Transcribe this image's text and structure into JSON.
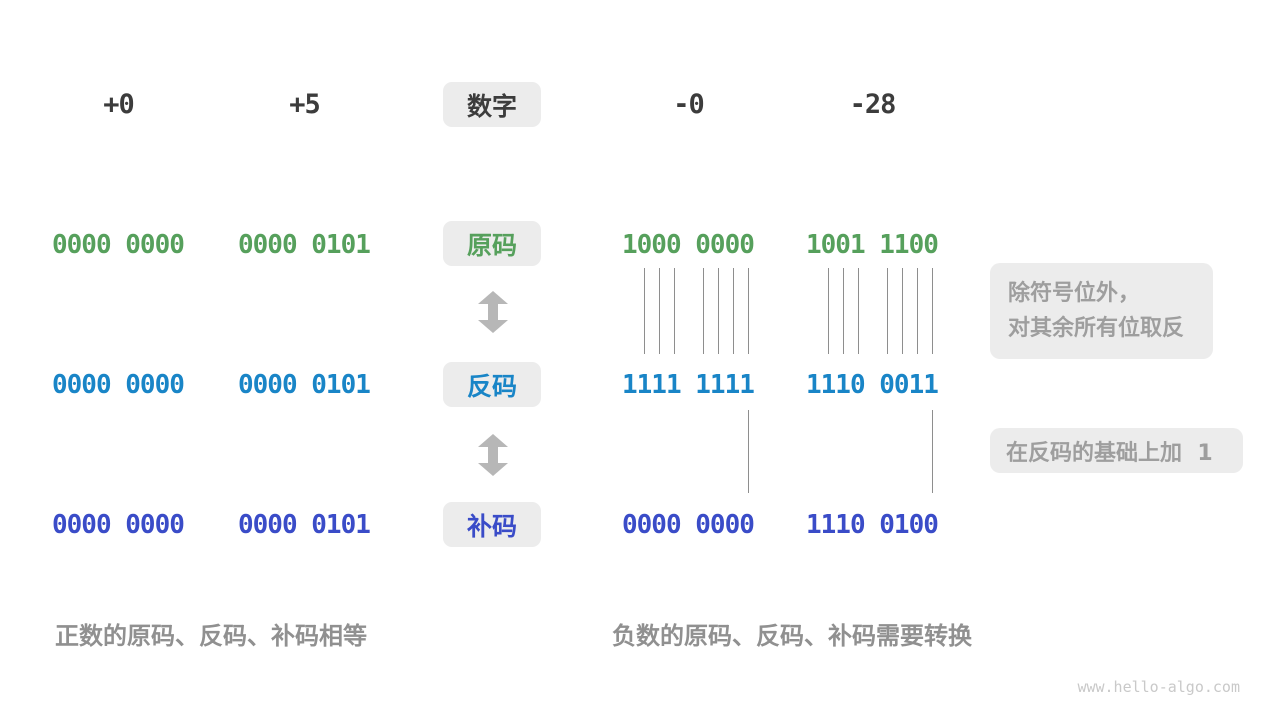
{
  "header": {
    "numbers": [
      "+0",
      "+5",
      "-0",
      "-28"
    ],
    "label": "数字",
    "label_color": "#3C3C3C"
  },
  "rows": [
    {
      "id": "sign-magnitude",
      "label": "原码",
      "color": "#56A05C",
      "values": [
        "0000 0000",
        "0000 0101",
        "1000 0000",
        "1001 1100"
      ]
    },
    {
      "id": "ones-complement",
      "label": "反码",
      "color": "#1985C7",
      "values": [
        "0000 0000",
        "0000 0101",
        "1111 1111",
        "1110 0011"
      ]
    },
    {
      "id": "twos-complement",
      "label": "补码",
      "color": "#3A4CC8",
      "values": [
        "0000 0000",
        "0000 0101",
        "0000 0000",
        "1110 0100"
      ]
    }
  ],
  "notes": {
    "invert": {
      "line1": "除符号位外，",
      "line2": "对其余所有位取反"
    },
    "add_one": "在反码的基础上加  1"
  },
  "captions": {
    "positive": "正数的原码、反码、补码相等",
    "negative": "负数的原码、反码、补码需要转换"
  },
  "watermark": "www.hello-algo.com",
  "ui_colors": {
    "pill_background": "#ECECEC",
    "note_text": "#9E9E9E",
    "caption_text": "#909090",
    "arrow": "#B7B7B7",
    "connector_line": "#8E8E8E"
  }
}
